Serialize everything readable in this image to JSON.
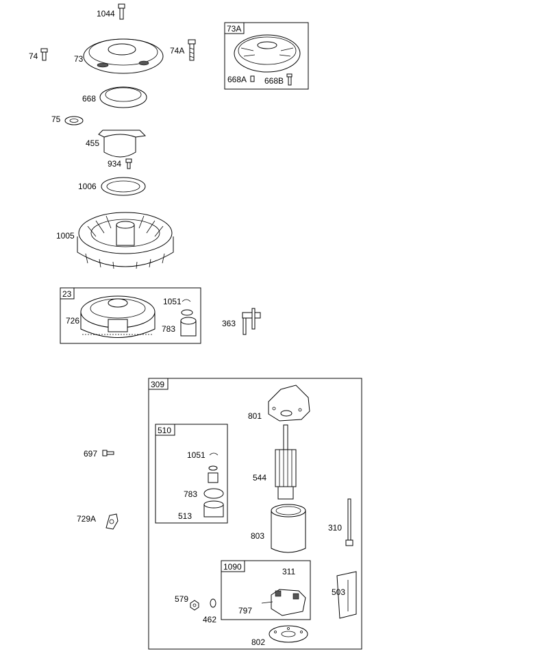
{
  "labels": {
    "p1044": "1044",
    "p74": "74",
    "p73": "73",
    "p74a": "74A",
    "p668": "668",
    "p75": "75",
    "p455": "455",
    "p934": "934",
    "p1006": "1006",
    "p1005": "1005",
    "p726": "726",
    "p1051a": "1051",
    "p783a": "783",
    "p363": "363",
    "p697": "697",
    "p729a": "729A",
    "p801": "801",
    "p544": "544",
    "p803": "803",
    "p310": "310",
    "p1051b": "1051",
    "p783b": "783",
    "p513": "513",
    "p311": "311",
    "p797": "797",
    "p579": "579",
    "p462": "462",
    "p503": "503",
    "p802": "802",
    "p668a": "668A",
    "p668b": "668B"
  },
  "boxes": {
    "box73a": "73A",
    "box23": "23",
    "box309": "309",
    "box510": "510",
    "box1090": "1090"
  }
}
